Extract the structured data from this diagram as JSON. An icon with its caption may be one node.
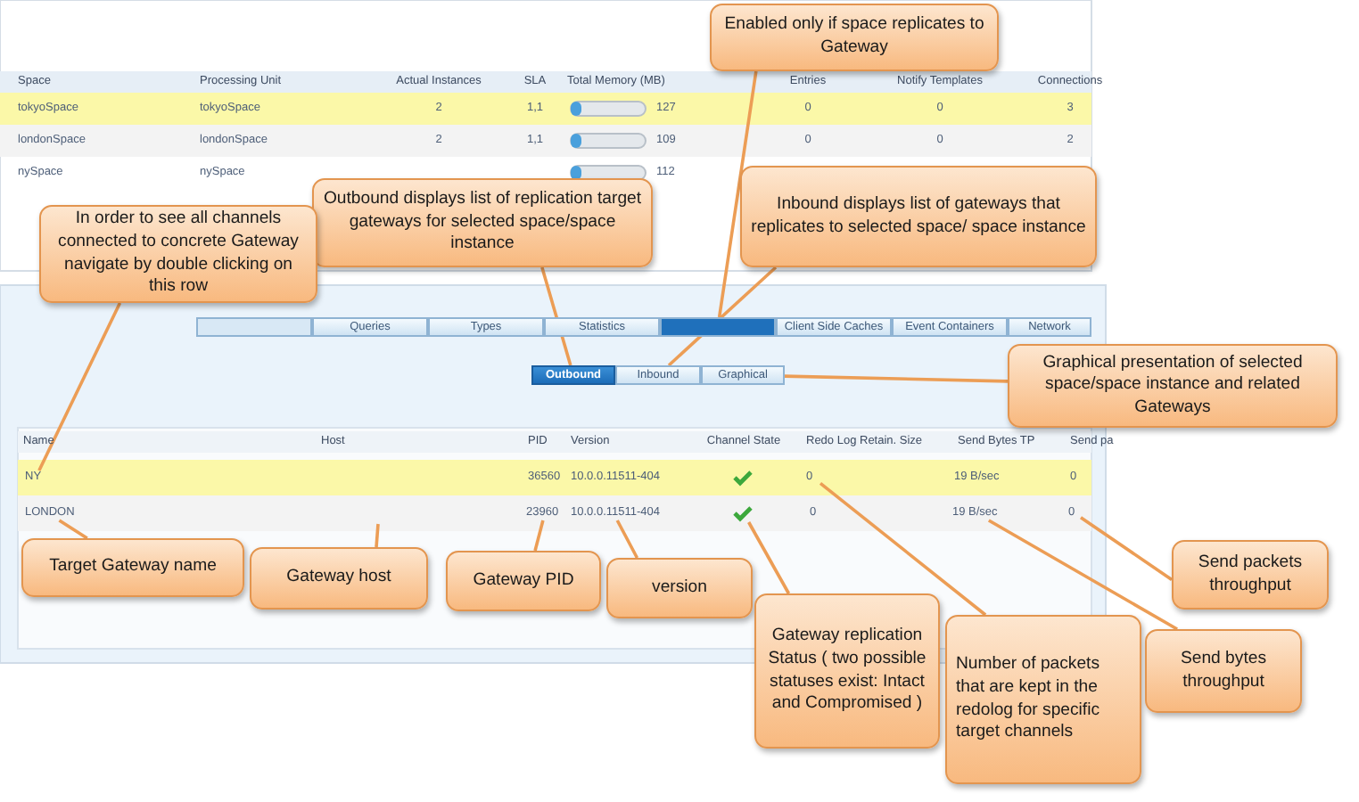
{
  "diagram": {
    "nodes": [
      {
        "text": [
          "Enabled only if space replicates to Gateway"
        ]
      },
      {
        "text": [
          "Outbound displays list of replication target gateways for selected space/space instance"
        ]
      },
      {
        "text": [
          "Inbound displays list of gateways that replicates to selected space/ space instance"
        ]
      },
      {
        "text": [
          "In order to see all channels connected to concrete Gateway navigate by double clicking on this row"
        ]
      },
      {
        "text": [
          "Graphical presentation  of selected space/space instance and related Gateways"
        ]
      },
      {
        "text": [
          "Target Gateway name"
        ]
      },
      {
        "text": [
          "Gateway host"
        ]
      },
      {
        "text": [
          "Gateway PID"
        ]
      },
      {
        "text": [
          "version"
        ]
      },
      {
        "text": [
          "Gateway replication Status ( two possible statuses exist: Intact and Compromised )"
        ]
      },
      {
        "text": [
          "Number of packets that are kept in the redolog for specific target channels"
        ]
      },
      {
        "text": [
          "Send bytes throughput"
        ]
      },
      {
        "text": [
          "Send packets throughput"
        ]
      },
      {
        "text": [],
        "shape": "box"
      },
      {
        "text": [
          "Outbound"
        ]
      },
      {
        "text": [
          "Inbound"
        ]
      },
      {
        "text": [
          "Graphical"
        ]
      },
      {
        "text": [
          "NY"
        ]
      },
      {
        "text": [
          "0"
        ]
      },
      {
        "text": [
          "LONDON"
        ]
      },
      {
        "text": [
          "23960"
        ]
      },
      {
        "text": [
          "10.0.0.11511-404"
        ]
      },
      {
        "text": [],
        "shape": "picture"
      },
      {
        "text": [
          "19 B/sec"
        ]
      },
      {
        "text": [
          "0"
        ]
      },
      {
        "text": [],
        "shape": "box"
      },
      {
        "text": [
          "Queries"
        ]
      },
      {
        "text": [
          "Types"
        ]
      },
      {
        "text": [
          "Statistics"
        ]
      },
      {
        "text": [
          "Client Side Caches"
        ]
      },
      {
        "text": [
          "Event Containers"
        ]
      },
      {
        "text": [
          "Network"
        ]
      }
    ],
    "edges": [
      {
        "from": 0,
        "to": 25,
        "arrow": "none"
      },
      {
        "from": 1,
        "to": 14,
        "arrow": "none"
      },
      {
        "from": 2,
        "to": 15,
        "arrow": "none"
      },
      {
        "from": 3,
        "to": 17,
        "arrow": "none"
      },
      {
        "from": 4,
        "to": 16,
        "arrow": "none"
      },
      {
        "from": 5,
        "to": 19,
        "arrow": "none"
      },
      {
        "from": 6,
        "to": null,
        "arrow": "none"
      },
      {
        "from": 7,
        "to": 20,
        "arrow": "none"
      },
      {
        "from": 8,
        "to": 21,
        "arrow": "none"
      },
      {
        "from": 9,
        "to": 22,
        "arrow": "none"
      },
      {
        "from": 10,
        "to": 18,
        "arrow": "none"
      },
      {
        "from": 11,
        "to": 23,
        "arrow": "none"
      },
      {
        "from": 12,
        "to": 24,
        "arrow": "none"
      }
    ],
    "labels": [
      "Space",
      "Processing Unit",
      "Actual Instances",
      "SLA",
      "Total Memory (MB)",
      "Entries",
      "Notify Templates",
      "Connections",
      "tokyoSpace",
      "tokyoSpace",
      "2",
      "1,1",
      "127",
      "0",
      "0",
      "3",
      "londonSpace",
      "londonSpace",
      "2",
      "1,1",
      "109",
      "0",
      "0",
      "2",
      "nySpace",
      "nySpace",
      "112",
      "Name",
      "Host",
      "PID",
      "Version",
      "Channel State",
      "Redo Log Retain. Size",
      "Send Bytes TP",
      "Send pa",
      "36560",
      "10.0.0.11511-404",
      "19 B/sec",
      "0",
      "0"
    ]
  }
}
